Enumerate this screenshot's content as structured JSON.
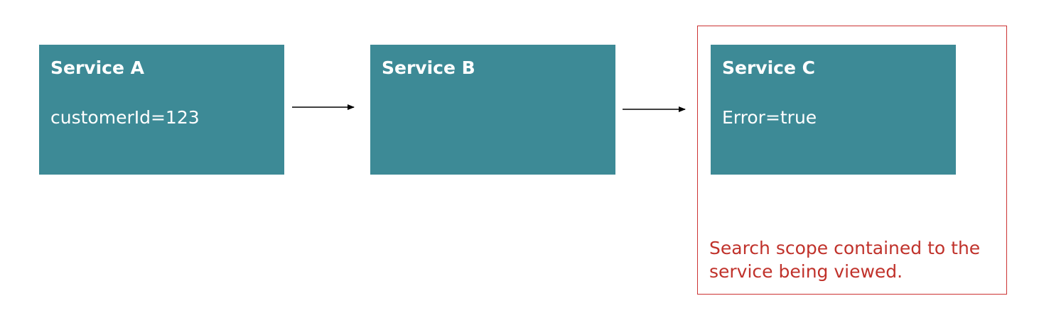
{
  "services": [
    {
      "name": "Service A",
      "attribute": "customerId=123"
    },
    {
      "name": "Service B",
      "attribute": ""
    },
    {
      "name": "Service C",
      "attribute": "Error=true"
    }
  ],
  "scope_note": "Search scope contained to the service being viewed.",
  "colors": {
    "box_fill": "#3d8a96",
    "box_text": "#ffffff",
    "scope_border": "#cc3333",
    "scope_text": "#c0322b",
    "arrow": "#000000"
  }
}
